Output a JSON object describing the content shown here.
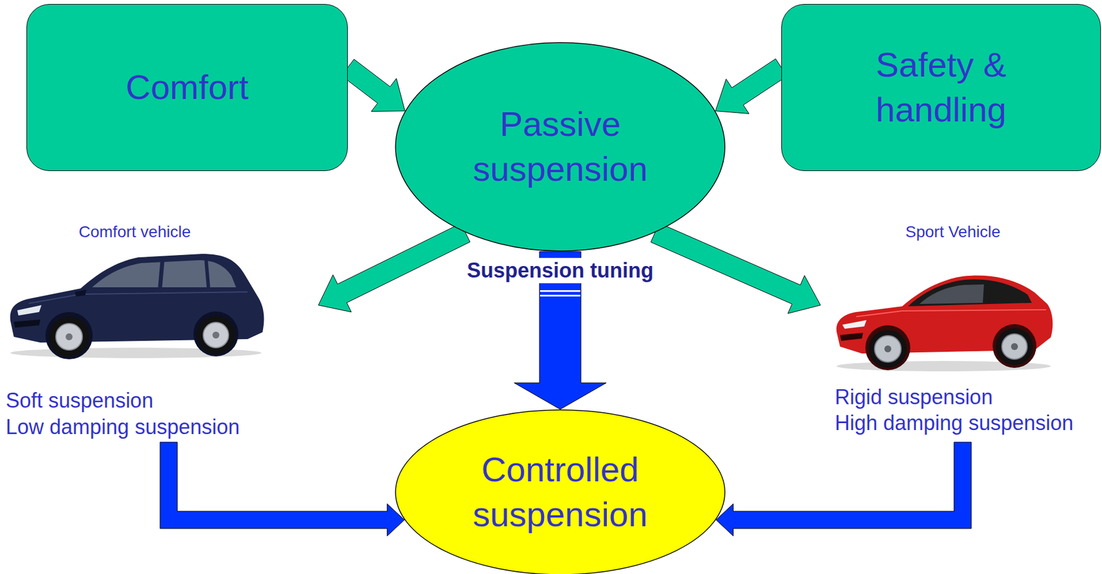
{
  "diagram": {
    "nodes": [
      {
        "text": [
          "Comfort"
        ]
      },
      {
        "text": [
          "Passive suspension"
        ]
      },
      {
        "text": [
          "Safety & handling"
        ]
      },
      {
        "text": [
          "Comfort vehicle",
          "Soft suspension",
          "Low damping suspension"
        ]
      },
      {
        "text": [
          "Sport Vehicle",
          "Rigid suspension",
          "High damping suspension"
        ]
      },
      {
        "text": [
          "Controlled suspension"
        ]
      }
    ],
    "edges": [
      {
        "from": 0,
        "to": 1,
        "arrow": "to"
      },
      {
        "from": 2,
        "to": 1,
        "arrow": "to"
      },
      {
        "from": 1,
        "to": 3,
        "arrow": "to"
      },
      {
        "from": 1,
        "to": 4,
        "arrow": "to"
      },
      {
        "from": 1,
        "to": 5,
        "arrow": "to"
      },
      {
        "from": 3,
        "to": 5,
        "arrow": "to"
      },
      {
        "from": 4,
        "to": 5,
        "arrow": "to"
      }
    ],
    "labels": [
      "Suspension tuning"
    ]
  }
}
